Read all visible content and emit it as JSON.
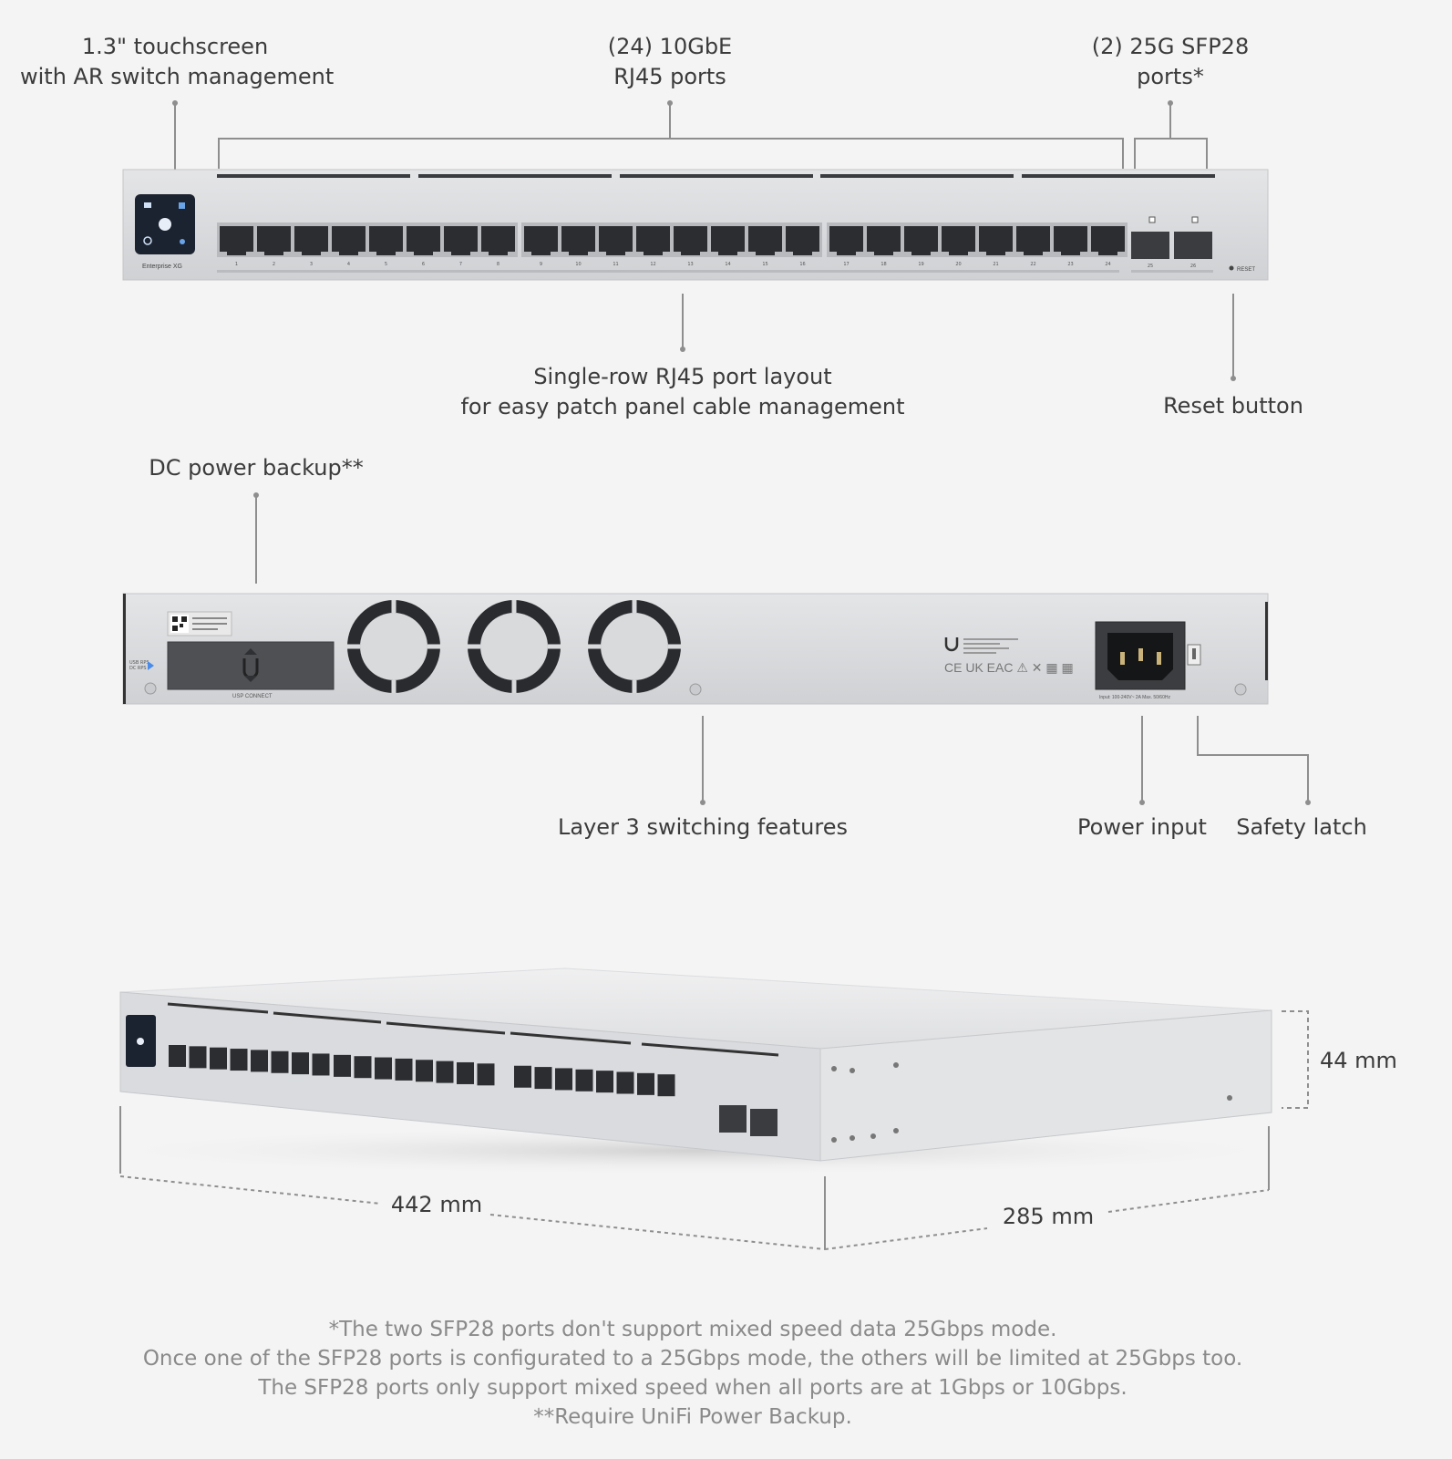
{
  "front": {
    "touchscreen": [
      "1.3\" touchscreen",
      "with AR switch management"
    ],
    "rj45": [
      "(24) 10GbE",
      "RJ45 ports"
    ],
    "sfp": [
      "(2) 25G SFP28",
      "ports*"
    ],
    "layout": [
      "Single-row RJ45 port layout",
      "for easy patch panel cable management"
    ],
    "reset": "Reset button",
    "brand_text": "Enterprise XG",
    "reset_text": "RESET",
    "port_numbers": [
      "1",
      "2",
      "3",
      "4",
      "5",
      "6",
      "7",
      "8",
      "9",
      "10",
      "11",
      "12",
      "13",
      "14",
      "15",
      "16",
      "17",
      "18",
      "19",
      "20",
      "21",
      "22",
      "23",
      "24"
    ],
    "sfp_numbers": [
      "25",
      "26"
    ]
  },
  "rear": {
    "dc": "DC power backup**",
    "l3": "Layer 3 switching features",
    "power": "Power input",
    "latch": "Safety latch",
    "usp_label": "USP CONNECT",
    "input_label": "Input: 100-240V~ 2A Max. 50/60Hz"
  },
  "dimensions": {
    "height": "44 mm",
    "width": "442 mm",
    "depth": "285 mm"
  },
  "notes": [
    "*The two SFP28 ports don't support mixed speed data 25Gbps mode.",
    "Once one of the SFP28 ports is configurated to a 25Gbps mode, the others will be limited at 25Gbps too.",
    "The SFP28 ports only support mixed speed when all ports are at 1Gbps or 10Gbps.",
    "**Require UniFi Power Backup."
  ],
  "colors": {
    "chassis": "#d6d8db",
    "port": "#2b2d31",
    "line": "#8e8e8e",
    "background": "#f4f4f4"
  }
}
